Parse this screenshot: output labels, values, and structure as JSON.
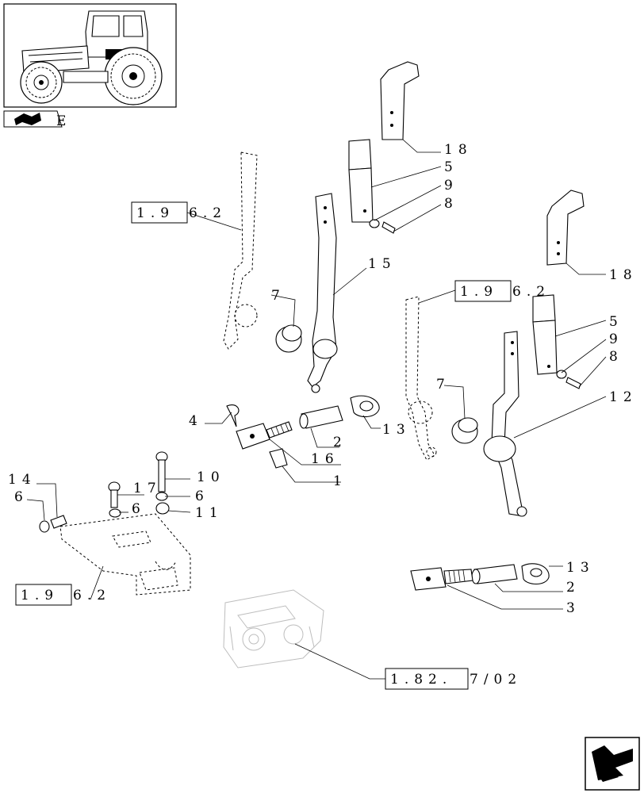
{
  "thumbnail": {
    "suffix": "E"
  },
  "part_labels": {
    "p18a": "18",
    "p5a": "5",
    "p9a": "9",
    "p8a": "8",
    "p15": "15",
    "p7a": "7",
    "p18b": "18",
    "p5b": "5",
    "p9b": "9",
    "p8b": "8",
    "p12": "12",
    "p7b": "7",
    "p4": "4",
    "p2a": "2",
    "p13a": "13",
    "p16": "16",
    "p1": "1",
    "p10": "10",
    "p17": "17",
    "p6a": "6",
    "p11": "11",
    "p14": "14",
    "p6b": "6",
    "p6c": "6",
    "p13b": "13",
    "p2b": "2",
    "p3": "3"
  },
  "references": {
    "ref1": {
      "boxed": "1.9",
      "tail": "6.2"
    },
    "ref2": {
      "boxed": "1.9",
      "tail": "6.2"
    },
    "ref3": {
      "boxed": "1.9",
      "tail": "6.2"
    },
    "ref4": {
      "boxed": "1.82.",
      "tail": "7/02"
    }
  },
  "icons": [
    "tractor-thumbnail",
    "book-icon",
    "next-page-arrow-icon"
  ]
}
